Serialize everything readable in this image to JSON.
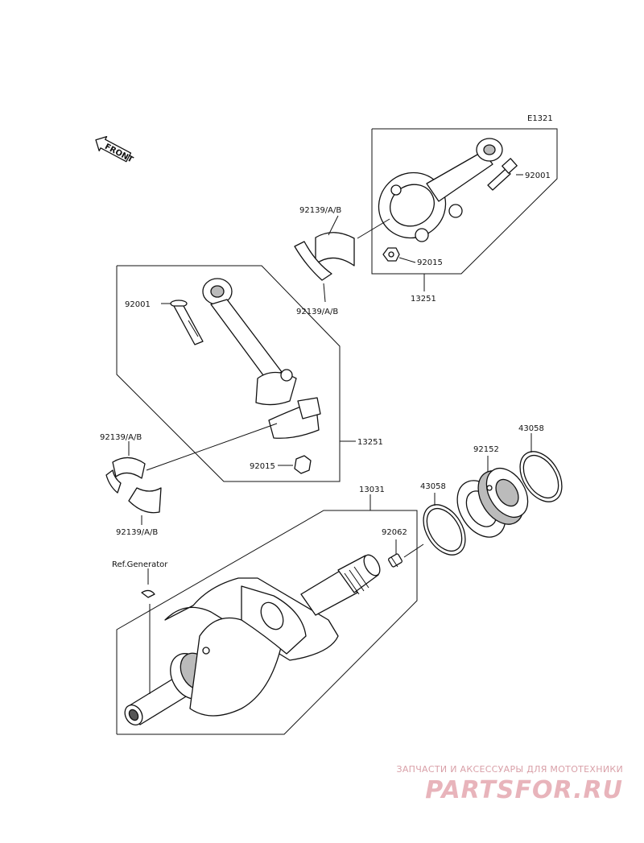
{
  "diagram_code": "E1321",
  "front_label": "FRONT",
  "labels": {
    "bolt_upper": "92001",
    "nut_upper": "92015",
    "rod_assy_upper": "13251",
    "bearing_upper_top": "92139/A/B",
    "bearing_upper_bottom": "92139/A/B",
    "bolt_lower": "92001",
    "rod_assy_lower": "13251",
    "nut_lower": "92015",
    "bearing_lower_top": "92139/A/B",
    "bearing_lower_bottom": "92139/A/B",
    "crankshaft": "13031",
    "plug": "92062",
    "oring_inner": "43058",
    "bearing_large": "92152",
    "oring_outer": "43058",
    "ref_generator": "Ref.Generator"
  },
  "watermark": {
    "line1": "ЗАПЧАСТИ И АКСЕССУАРЫ ДЛЯ МОТОТЕХНИКИ",
    "line2": "PARTSFOR.RU"
  }
}
